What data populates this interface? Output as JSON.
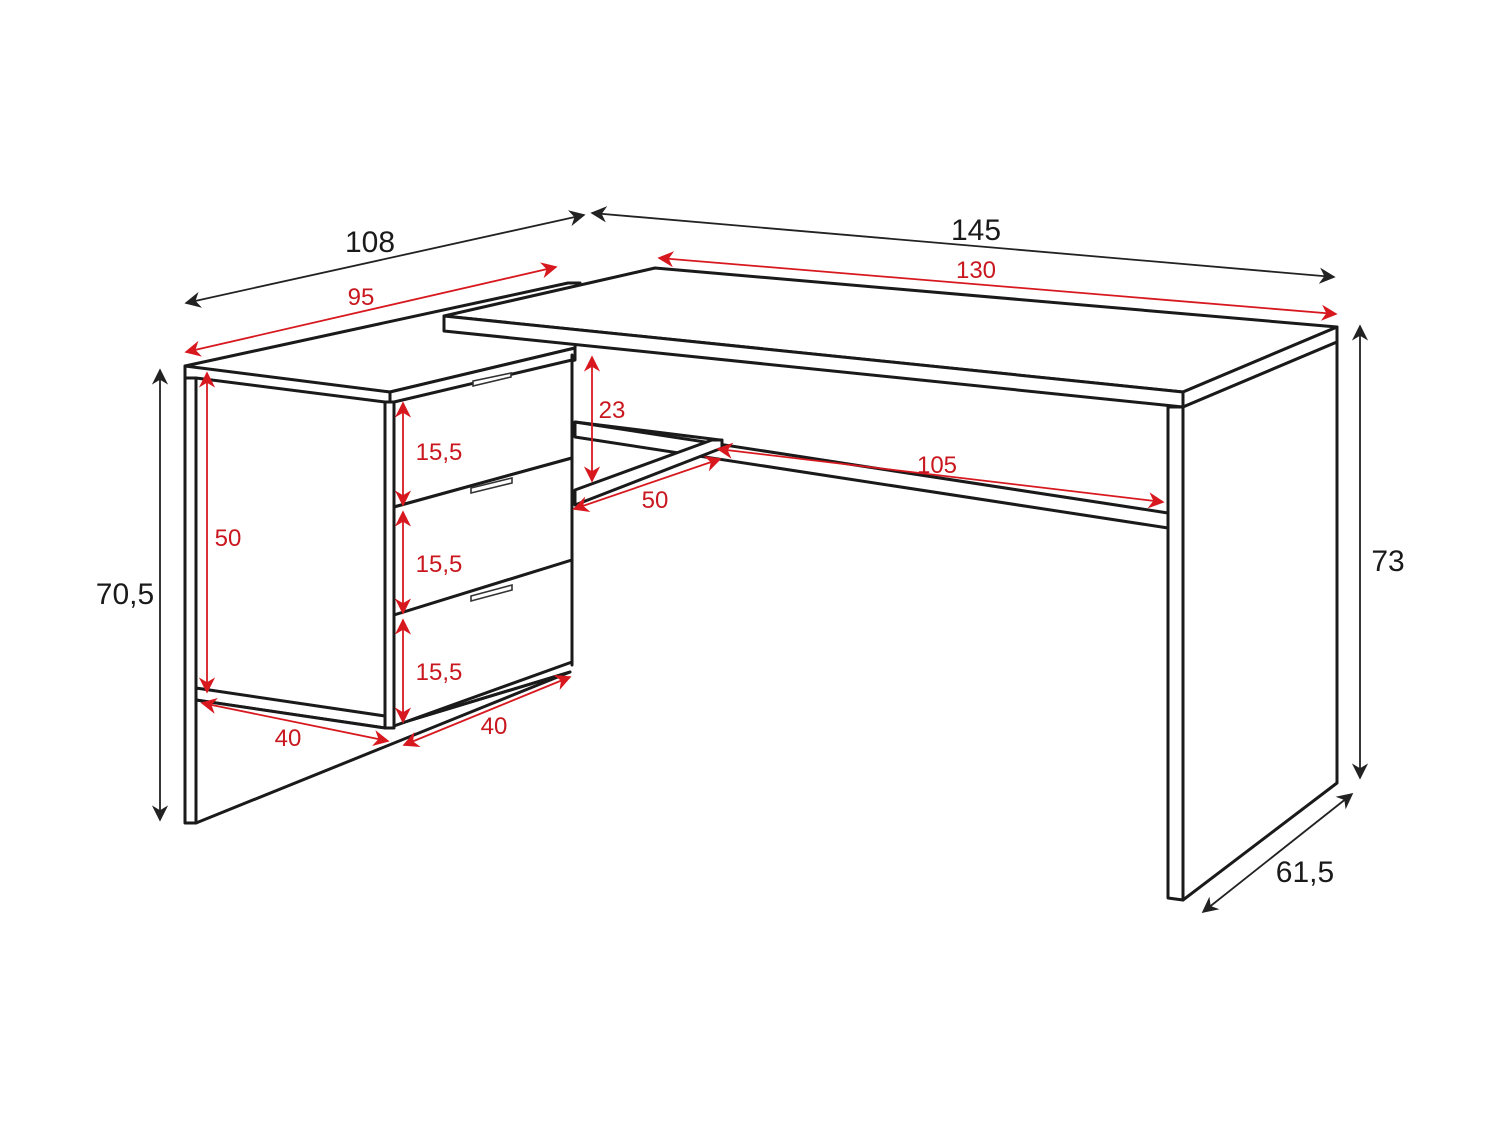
{
  "drawing": {
    "subject": "L-shaped corner desk with 3-drawer pedestal",
    "units": "cm",
    "colors": {
      "outline": "#1a1a1a",
      "outer_dimension": "#222222",
      "inner_dimension": "#d7191f",
      "background": "#ffffff"
    }
  },
  "dimensions": {
    "outer": {
      "return_length": "108",
      "main_length": "145",
      "pedestal_height": "70,5",
      "desk_height": "73",
      "desk_depth": "61,5"
    },
    "inner": {
      "return_inner_length": "95",
      "main_inner_length": "130",
      "pedestal_open_height": "50",
      "drawer_1_height": "15,5",
      "drawer_2_height": "15,5",
      "drawer_3_height": "15,5",
      "open_bay_depth": "40",
      "drawer_width": "40",
      "modesty_gap": "23",
      "shelf_depth": "50",
      "shelf_length": "105"
    }
  }
}
